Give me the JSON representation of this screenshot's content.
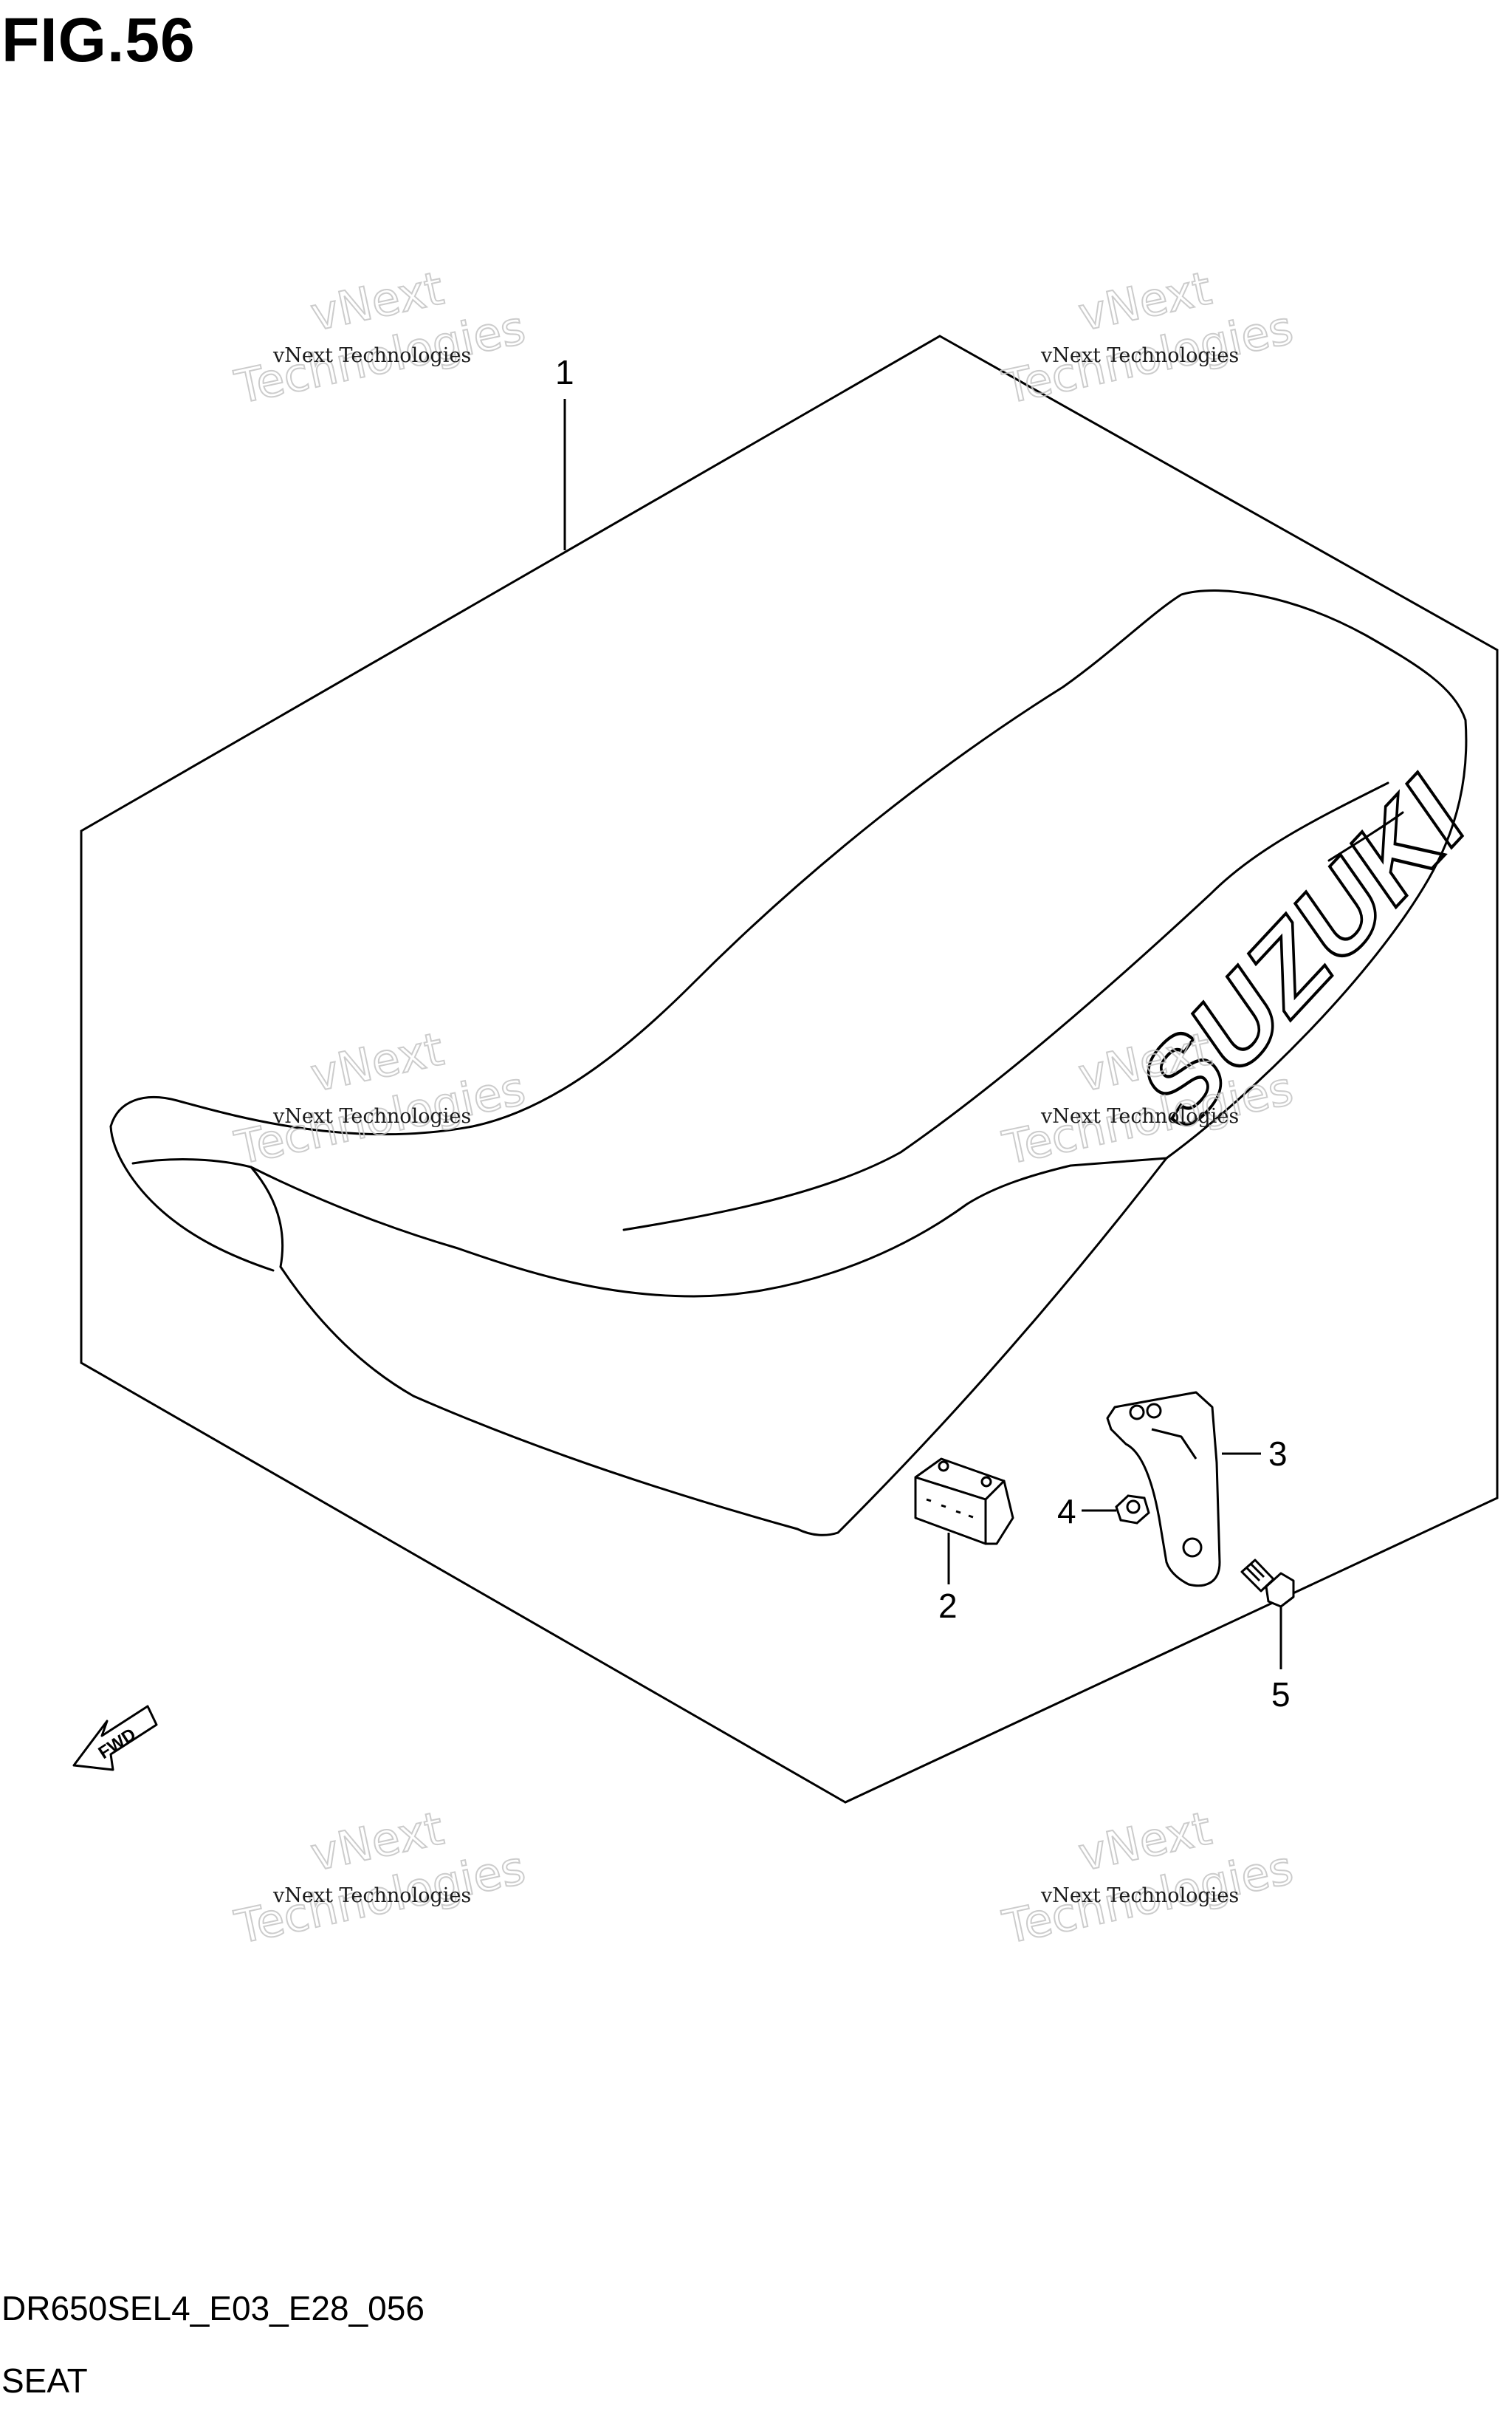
{
  "figure": {
    "title": "FIG.56",
    "diagram_code": "DR650SEL4_E03_E28_056",
    "section_name": "SEAT"
  },
  "callouts": [
    {
      "number": "1",
      "part": "seat"
    },
    {
      "number": "2",
      "part": "cushion"
    },
    {
      "number": "3",
      "part": "bracket"
    },
    {
      "number": "4",
      "part": "nut"
    },
    {
      "number": "5",
      "part": "bolt"
    }
  ],
  "logo": {
    "text": "SUZUKI"
  },
  "direction_marker": {
    "text": "FWD"
  },
  "watermark": {
    "line1": "vNext Technologies",
    "line2": "vNext",
    "line3": "Technologies"
  }
}
